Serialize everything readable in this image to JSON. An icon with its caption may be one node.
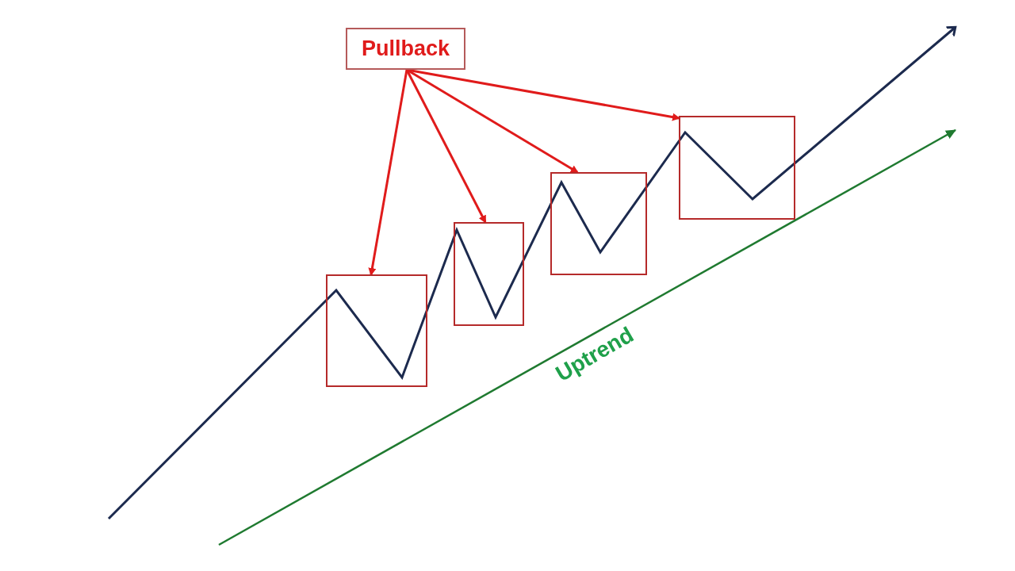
{
  "diagram": {
    "nodes": [
      {
        "text": [
          "Pullback"
        ]
      },
      {
        "text": [],
        "shape": "box"
      },
      {
        "text": [],
        "shape": "box"
      },
      {
        "text": [],
        "shape": "box"
      },
      {
        "text": [],
        "shape": "box"
      }
    ],
    "edges": [
      {
        "from": 0,
        "to": 1,
        "arrow": "to"
      },
      {
        "from": 0,
        "to": 2,
        "arrow": "to"
      },
      {
        "from": 0,
        "to": 3,
        "arrow": "to"
      },
      {
        "from": 0,
        "to": 4,
        "arrow": "to"
      }
    ],
    "labels": [
      "Uptrend"
    ]
  }
}
